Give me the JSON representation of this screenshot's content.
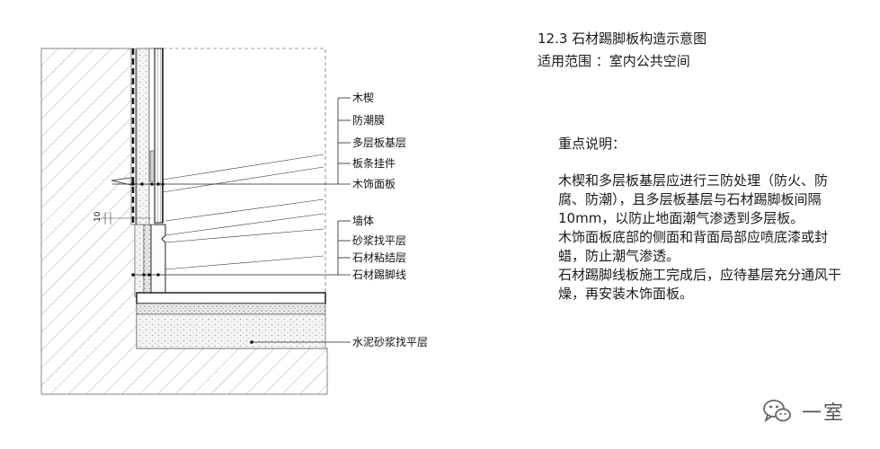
{
  "title": {
    "line1": "12.3 石材踢脚板构造示意图",
    "line2": "适用范围 ：室内公共空间"
  },
  "notes": {
    "heading": "重点说明：",
    "paragraphs": [
      "木楔和多层板基层应进行三防处理（防火、防腐、防潮），且多层板基层与石材踢脚板间隔10mm，以防止地面潮气渗透到多层板。",
      "木饰面板底部的侧面和背面局部应喷底漆或封蜡，防止潮气渗透。",
      "石材踢脚线板施工完成后，应待基层充分通风干燥，再安装木饰面板。"
    ]
  },
  "labels": {
    "upper": [
      "木楔",
      "防潮膜",
      "多层板基层",
      "板条挂件",
      "木饰面板"
    ],
    "lower": [
      "墙体",
      "砂浆找平层",
      "石材粘结层",
      "石材踢脚线"
    ],
    "floor": "水泥砂浆找平层"
  },
  "dimension": "10",
  "watermark": {
    "icon": "wechat-icon",
    "text": "一室"
  }
}
